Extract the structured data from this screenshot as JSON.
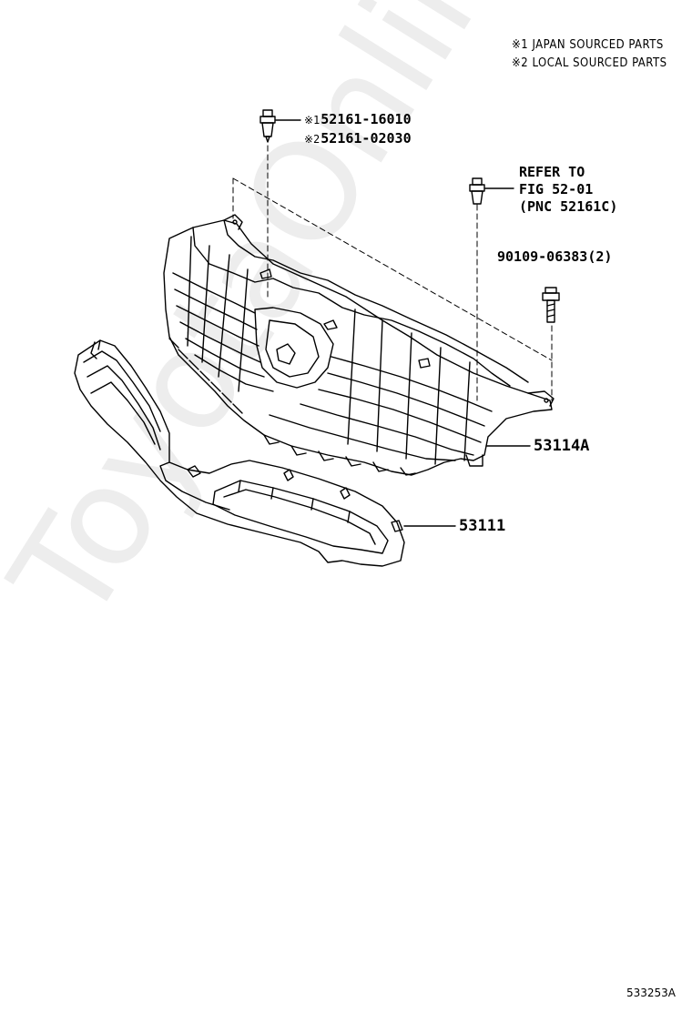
{
  "legend": {
    "line1_mark": "※1",
    "line1_text": "JAPAN SOURCED PARTS",
    "line2_mark": "※2",
    "line2_text": "LOCAL SOURCED PARTS"
  },
  "clip_center": {
    "mark1": "※1",
    "part1": "52161-16010",
    "mark2": "※2",
    "part2": "52161-02030"
  },
  "clip_right": {
    "line1": "REFER TO",
    "line2": "FIG 52-01",
    "line3": "(PNC 52161C)"
  },
  "bolt": {
    "part": "90109-06383(2)"
  },
  "grille": {
    "part": "53114A"
  },
  "lower_grille": {
    "part": "53111"
  },
  "figure_id": "533253A",
  "watermark": "ToyotaOnline.ru"
}
